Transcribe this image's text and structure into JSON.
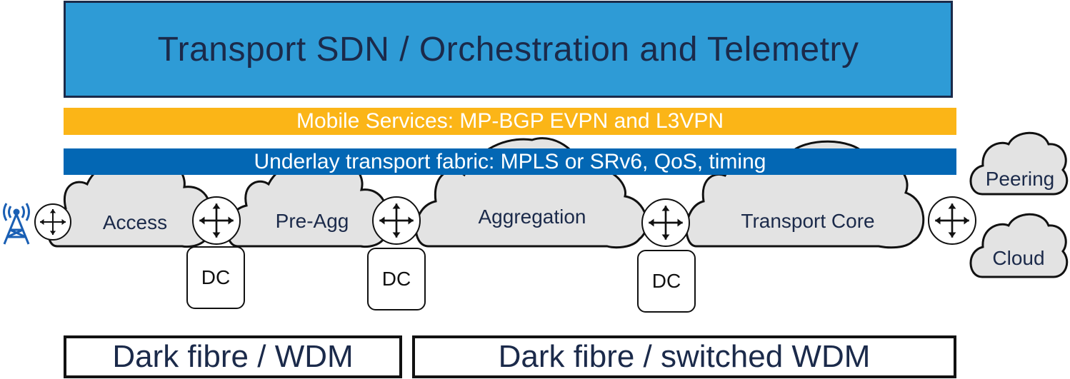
{
  "banners": {
    "sdn": "Transport SDN / Orchestration and Telemetry",
    "services": "Mobile Services: MP-BGP EVPN and L3VPN",
    "underlay": "Underlay transport fabric: MPLS or SRv6, QoS, timing"
  },
  "clouds": {
    "access": "Access",
    "preagg": "Pre-Agg",
    "aggregation": "Aggregation",
    "core": "Transport Core",
    "peering": "Peering",
    "cloud": "Cloud"
  },
  "datacenters": [
    "DC",
    "DC",
    "DC"
  ],
  "fibre": {
    "left": "Dark fibre / WDM",
    "right": "Dark fibre / switched WDM"
  },
  "colors": {
    "sdn_fill": "#2e9bd6",
    "services_fill": "#fbb517",
    "underlay_fill": "#0367b4",
    "cloud_fill": "#e3e3e3",
    "tower": "#1a5fb4",
    "text_dark": "#1b2a4a"
  },
  "icons": [
    "cell-tower-icon",
    "router-icon"
  ]
}
